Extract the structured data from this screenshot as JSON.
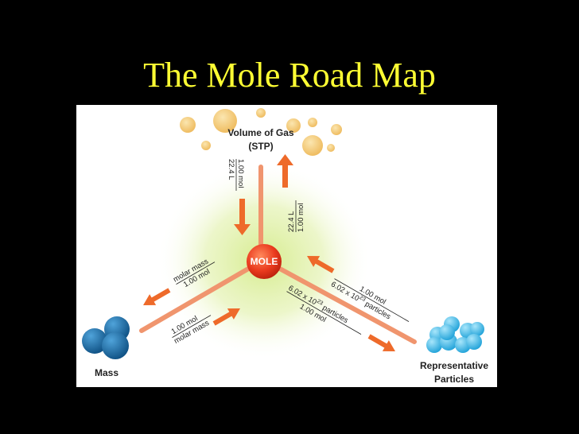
{
  "slide": {
    "title": "The Mole Road Map"
  },
  "diagram": {
    "center": {
      "label": "MOLE"
    },
    "volume_node": {
      "line1": "Volume of Gas",
      "line2": "(STP)"
    },
    "mass_node": {
      "label": "Mass"
    },
    "particles_node": {
      "line1": "Representative",
      "line2": "Particles"
    },
    "volume_to_mole_factor": {
      "numerator": "1.00 mol",
      "denominator": "22.4 L"
    },
    "mole_to_volume_factor": {
      "numerator": "22.4 L",
      "denominator": "1.00 mol"
    },
    "mole_to_mass_factor": {
      "numerator": "molar mass",
      "denominator": "1.00 mol"
    },
    "mass_to_mole_factor": {
      "numerator": "1.00 mol",
      "denominator": "molar mass"
    },
    "particles_to_mole_factor": {
      "numerator": "1.00 mol",
      "denominator_pre": "6.02 x 10",
      "denominator_exp": "23",
      "denominator_post": " particles"
    },
    "mole_to_particles_factor": {
      "numerator_pre": "6.02 x 10",
      "numerator_exp": "23",
      "numerator_post": " particles",
      "denominator": "1.00 mol"
    },
    "colors": {
      "arrow": "#ee6a2a",
      "road": "#f0956e",
      "mole": "#ea3a1e",
      "gas": "#f2c56c",
      "mass": "#1c6fa8",
      "particles": "#33b5e5",
      "glow": "#c8e67a"
    },
    "icons": [
      "gas-bubble-icon",
      "mass-sphere-icon",
      "particle-sphere-icon",
      "arrow-icon"
    ]
  }
}
